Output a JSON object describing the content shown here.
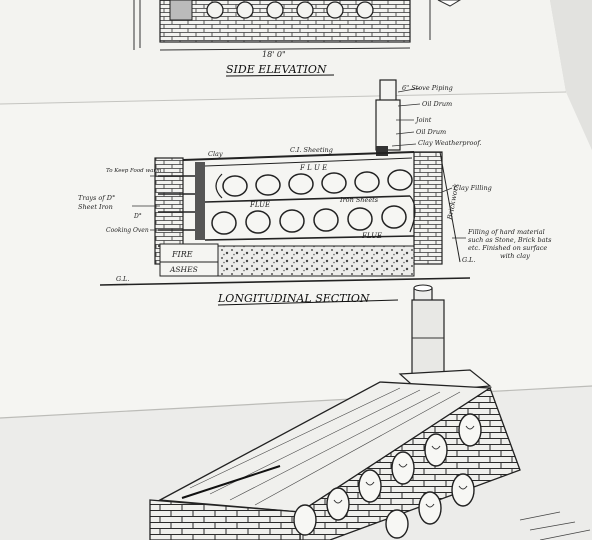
{
  "top_view": {
    "dimension": "18' 0\"",
    "title": "SIDE ELEVATION"
  },
  "middle_view": {
    "title": "LONGITUDINAL SECTION",
    "labels": {
      "stove_piping": "6\" Stove Piping",
      "oil_drum_1": "Oil Drum",
      "joint": "Joint",
      "oil_drum_2": "Oil Drum",
      "clay_weatherproofing": "Clay Weatherproof.",
      "clay": "Clay",
      "ci_sheeting": "C.I. Sheeting",
      "to_keep_food_warm": "To Keep Food warm",
      "trays_of": "Trays of D°",
      "sheet_iron": "Sheet Iron",
      "ditto": "D°",
      "cooking_oven": "Cooking Oven",
      "flue_top": "F L U E",
      "flue_mid": "FLUE",
      "iron_sheets": "Iron Sheets",
      "flue_bottom": "FLUE",
      "fire": "FIRE",
      "ashes": "ASHES",
      "gl_left": "G.L.",
      "gl_right": "G.L.",
      "brickwork": "Brickwork",
      "clay_filling": "Clay Filling",
      "filling_line1": "Filling of hard material",
      "filling_line2": "such as Stone, Brick bats",
      "filling_line3": "etc. Finished on surface",
      "filling_line4": "with clay"
    }
  },
  "colors": {
    "paper": "#f4f4f1",
    "ink": "#1c1c1c",
    "background": "#d9d9d6"
  }
}
